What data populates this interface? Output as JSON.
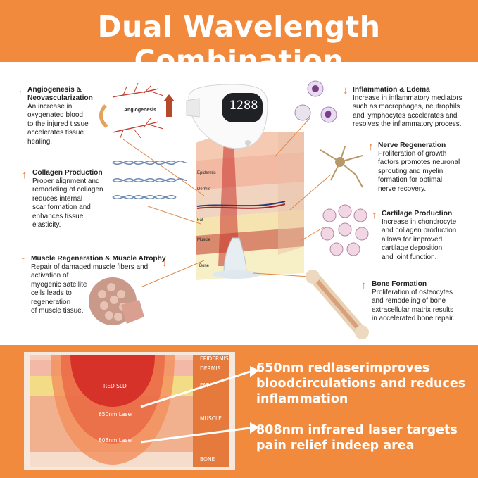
{
  "header": {
    "title": "Dual Wavelength Combination"
  },
  "device": {
    "display": "1288"
  },
  "skin_labels": {
    "epidermis": "Epidermis",
    "dermis": "Dermis",
    "fat": "Fat",
    "muscle": "Muscle",
    "bone": "Bone"
  },
  "angio_label": "Angiogenesis",
  "left_blocks": [
    {
      "title": "Angiogenesis &\nNeovascularization",
      "desc": "An increase in\noxygenated blood\nto the injured tissue\naccelerates tissue\nhealing."
    },
    {
      "title": "Collagen Production",
      "desc": "Proper alignment and\nremodeling of collagen\nreduces internal\nscar formation and\nenhances tissue\nelasticity."
    },
    {
      "title": "Muscle Regeneration & Muscle Atrophy",
      "desc": "Repair of damaged muscle fibers and\nactivation of\nmyogenic satellite\ncells leads to\nregeneration\nof muscle tissue."
    }
  ],
  "right_blocks": [
    {
      "title": "Inflammation & Edema",
      "desc": "Increase in inflammatory mediators\nsuch as macrophages, neutrophils\nand lymphocytes accelerates and\nresolves the inflammatory process."
    },
    {
      "title": "Nerve Regeneration",
      "desc": "Proliferation of growth\nfactors promotes neuronal\nsprouting and myelin\nformation for optimal\nnerve recovery."
    },
    {
      "title": "Cartilage Production",
      "desc": "Increase in chondrocyte\nand collagen production\nallows for improved\ncartilage deposition\nand joint function."
    },
    {
      "title": "Bone Formation",
      "desc": "Proliferation of osteocytes\nand remodeling of bone\nextracellular matrix results\nin accelerated bone repair."
    }
  ],
  "footer": {
    "layers": [
      "EPIDERMIS",
      "DERMIS",
      "FAT",
      "MUSCLE",
      "BONE"
    ],
    "beams": [
      "RED SLD",
      "650nm Laser",
      "808nm Laser"
    ],
    "text1": "650nm redlaserimproves\nbloodcirculations and reduces\ninflammation",
    "text2": "808nm infrared laser targets\npain relief indeep area"
  },
  "colors": {
    "orange": "#f28a3d",
    "arrow": "#e2773a",
    "red": "#d9372a"
  }
}
